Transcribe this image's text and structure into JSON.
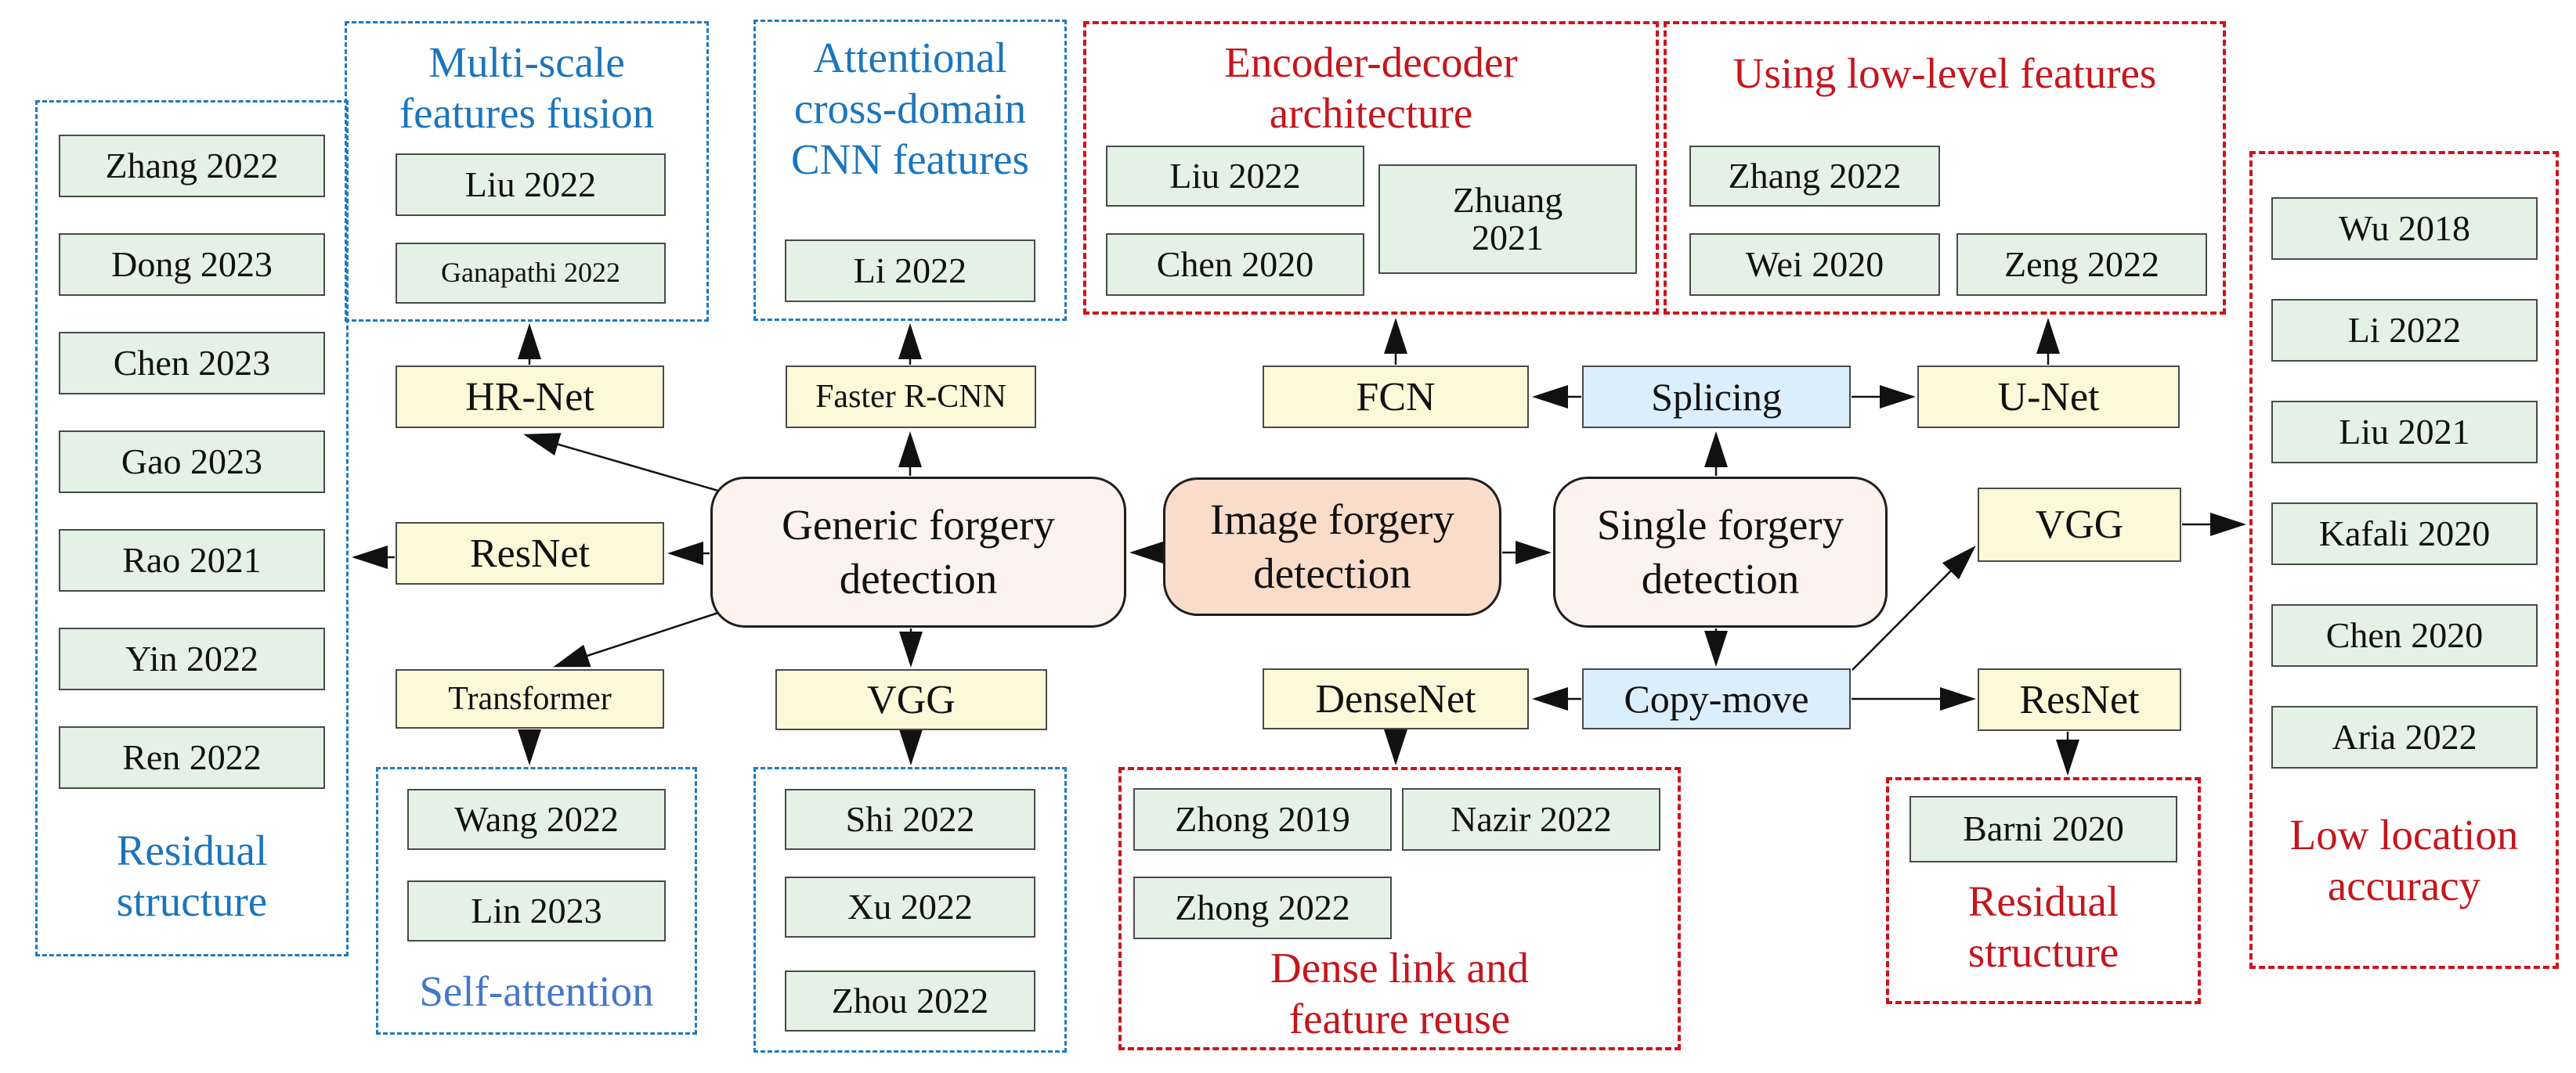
{
  "diagram": {
    "root_label": "Image forgery detection",
    "colors": {
      "citation_fill": "#e4f1e5",
      "network_fill": "#fdf8d7",
      "operation_fill": "#daeefb",
      "root_fill": "#fadcca",
      "branch_fill": "#fdf2ed",
      "blue_accent": "#1b75bc",
      "red_accent": "#c5161d",
      "line_color": "#111111"
    },
    "nodes": {
      "image": "Image forgery detection",
      "generic": "Generic forgery detection",
      "single": "Single forgery detection",
      "hrnet": "HR-Net",
      "resnet_left": "ResNet",
      "transformer": "Transformer",
      "faster_rcnn": "Faster R-CNN",
      "vgg_generic": "VGG",
      "fcn": "FCN",
      "splicing": "Splicing",
      "unet": "U-Net",
      "densenet": "DenseNet",
      "copy_move": "Copy-move",
      "vgg_single": "VGG",
      "resnet_right": "ResNet"
    },
    "groups": {
      "residual_left": {
        "label": "Residual structure",
        "items": [
          "Zhang 2022",
          "Dong 2023",
          "Chen 2023",
          "Gao 2023",
          "Rao 2021",
          "Yin 2022",
          "Ren 2022"
        ]
      },
      "multiscale": {
        "label": "Multi-scale features fusion",
        "items": [
          "Liu 2022",
          "Ganapathi 2022"
        ]
      },
      "attentional": {
        "label": "Attentional cross-domain CNN features",
        "items": [
          "Li 2022"
        ]
      },
      "encoder_decoder": {
        "label": "Encoder-decoder architecture",
        "items": [
          "Liu 2022",
          "Chen 2020",
          "Zhuang 2021"
        ]
      },
      "low_level": {
        "label": "Using low-level features",
        "items": [
          "Zhang 2022",
          "Wei 2020",
          "Zeng 2022"
        ]
      },
      "self_attention": {
        "label": "Self-attention",
        "items": [
          "Wang 2022",
          "Lin 2023"
        ]
      },
      "vgg_group": {
        "items": [
          "Shi 2022",
          "Xu 2022",
          "Zhou 2022"
        ]
      },
      "dense_link": {
        "label": "Dense link and feature reuse",
        "items": [
          "Zhong 2019",
          "Nazir 2022",
          "Zhong 2022"
        ]
      },
      "residual_right": {
        "label": "Residual structure",
        "items": [
          "Barni 2020"
        ]
      },
      "low_location": {
        "label": "Low location accuracy",
        "items": [
          "Wu 2018",
          "Li 2022",
          "Liu 2021",
          "Kafali 2020",
          "Chen 2020",
          "Aria 2022"
        ]
      }
    }
  }
}
